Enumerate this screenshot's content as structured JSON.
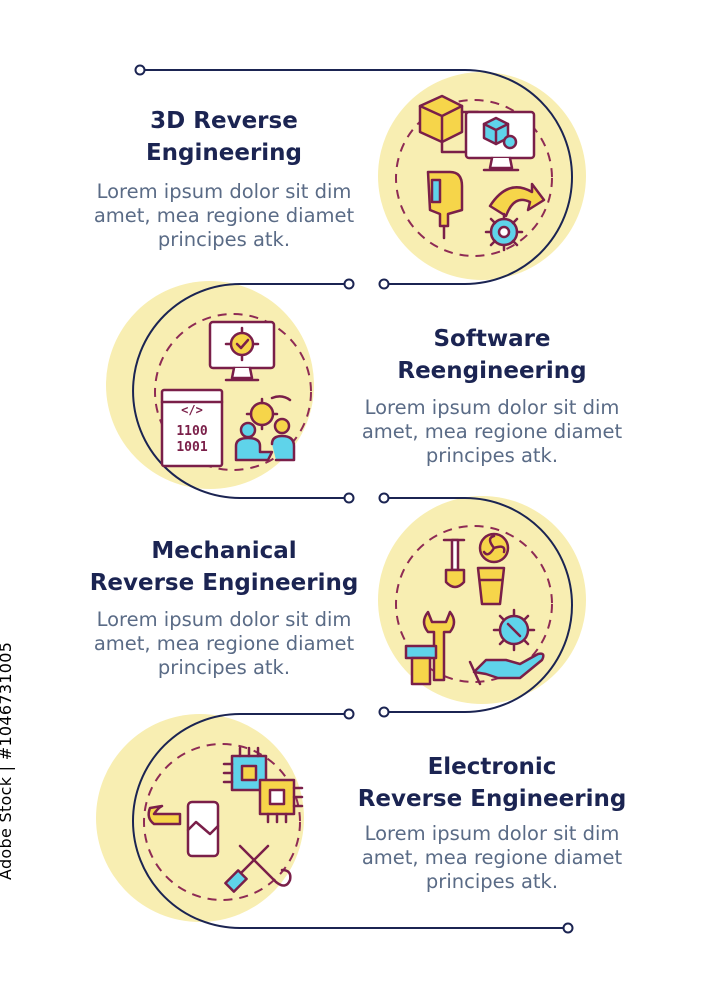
{
  "colors": {
    "navy": "#1b2452",
    "text_gray": "#5a6b86",
    "circle_fill": "#f8eeb2",
    "dash_maroon": "#8e2b54",
    "icon_yellow": "#f6d54a",
    "icon_cyan": "#5fd3ea",
    "icon_stroke": "#7a1f49"
  },
  "stages": [
    {
      "title_lines": [
        "3D Reverse",
        "Engineering"
      ],
      "desc_lines": [
        "Lorem ipsum dolor sit dim",
        "amet, mea regione diamet",
        "principes atk."
      ],
      "icon": "3d-reverse-engineering-icon"
    },
    {
      "title_lines": [
        "Software",
        "Reengineering"
      ],
      "desc_lines": [
        "Lorem ipsum dolor sit dim",
        "amet, mea regione diamet",
        "principes atk."
      ],
      "icon": "software-reengineering-icon"
    },
    {
      "title_lines": [
        "Mechanical",
        "Reverse Engineering"
      ],
      "desc_lines": [
        "Lorem ipsum dolor sit dim",
        "amet, mea regione diamet",
        "principes atk."
      ],
      "icon": "mechanical-reverse-engineering-icon"
    },
    {
      "title_lines": [
        "Electronic",
        "Reverse Engineering"
      ],
      "desc_lines": [
        "Lorem ipsum dolor sit dim",
        "amet, mea regione diamet",
        "principes atk."
      ],
      "icon": "electronic-reverse-engineering-icon"
    }
  ],
  "icon_glyphs": {
    "code_tag": "</>",
    "binary_row_1": "1100",
    "binary_row_2": "1001"
  },
  "watermark": {
    "side_text": "Adobe Stock | #1046731005"
  }
}
